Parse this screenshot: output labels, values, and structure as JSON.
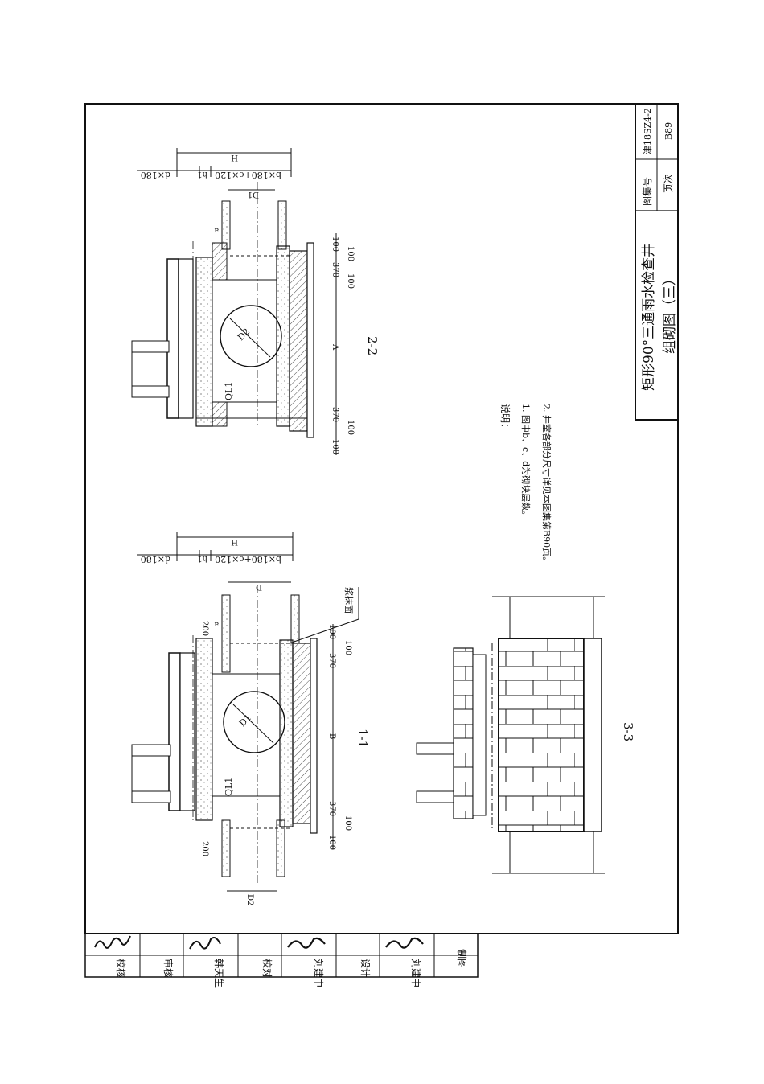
{
  "sections": {
    "s11": "1-1",
    "s22": "2-2",
    "s33": "3-3"
  },
  "dims": {
    "H": "H",
    "b_expr": "b×180+c×120",
    "d_expr": "d×180",
    "h1": "h1",
    "a": "a",
    "D": "D",
    "D1": "D1",
    "D2": "D2",
    "A": "A",
    "B": "B",
    "v100": "100",
    "v370": "370",
    "v200": "200",
    "QL1": "QL1",
    "mortar": "浆抹面"
  },
  "notes": {
    "heading": "说明：",
    "items": [
      "1. 图中b、c、d为砌块层数。",
      "2. 井室各部分尺寸详见本图集第B90页。"
    ]
  },
  "title_block": {
    "title_line1": "矩形90°三通雨水检查井",
    "title_line2": "组砌图（三）",
    "atlas_label": "图集号",
    "atlas_value": "津18SZ4-2",
    "page_label": "页次",
    "page_value": "B89"
  },
  "signatures": {
    "cells": [
      "校核",
      "",
      "审核",
      "韩天生",
      "",
      "校对",
      "刘建中",
      "",
      "设计",
      "刘建中",
      "",
      "制图"
    ]
  }
}
